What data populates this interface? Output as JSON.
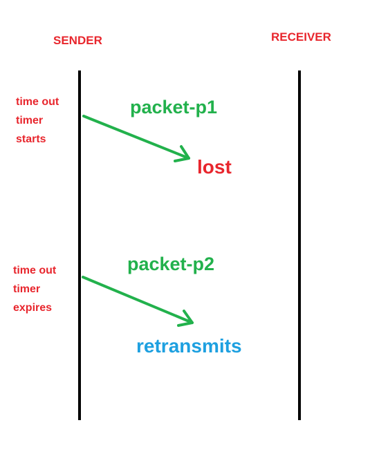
{
  "sender": {
    "label": "SENDER",
    "color": "#e8262d"
  },
  "receiver": {
    "label": "RECEIVER",
    "color": "#e8262d"
  },
  "notes": {
    "timer_start": [
      "time out",
      "timer",
      "starts"
    ],
    "timer_expire": [
      "time out",
      "timer",
      "expires"
    ],
    "color": "#e8262d"
  },
  "packets": {
    "p1": "packet-p1",
    "p2": "packet-p2",
    "color": "#22b14c"
  },
  "events": {
    "lost": "lost",
    "lost_color": "#e8262d",
    "retransmits": "retransmits",
    "retransmits_color": "#1ea0e0"
  },
  "arrow_color": "#22b14c",
  "lifeline_color": "#000000"
}
